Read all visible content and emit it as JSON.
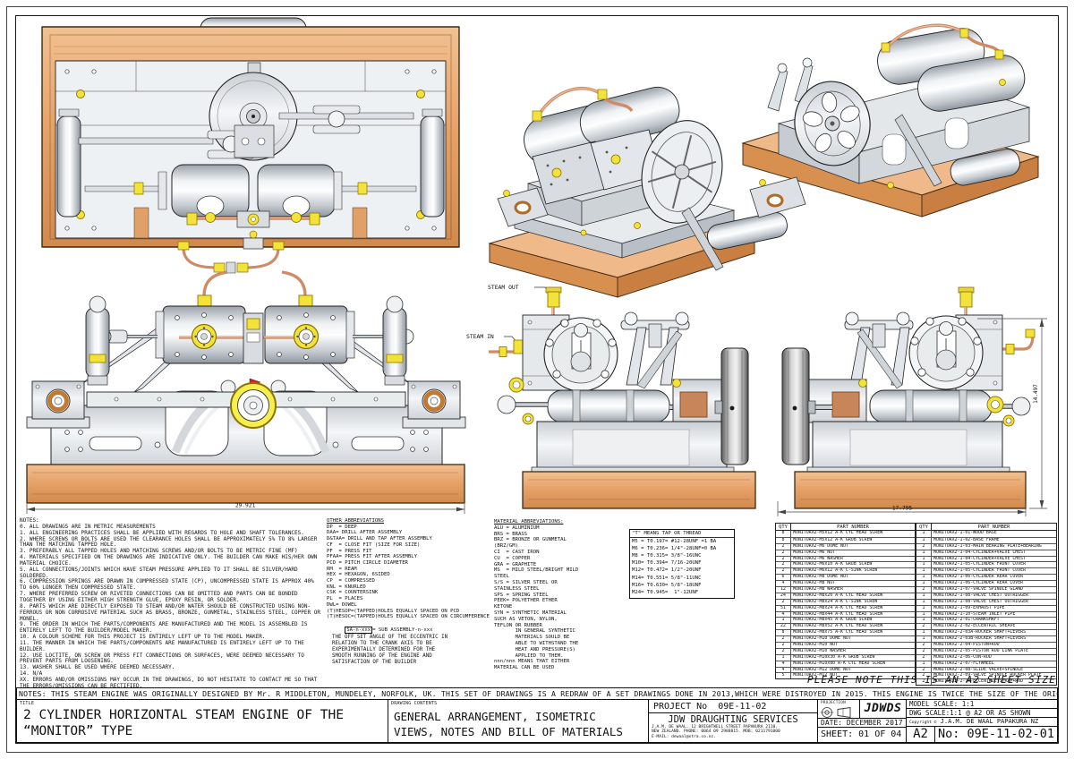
{
  "sheet": {
    "please_note": "PLEASE NOTE THIS IS AN A2 SHEET SIZE",
    "bottom_note": "NOTES: THIS STEAM ENGINE WAS ORIGINALLY DESIGNED BY Mr. R MIDDLETON, MUNDELEY, NORFOLK, UK. THIS SET OF DRAWINGS IS A REDRAW OF A SET DRAWINGS DONE IN 2013,WHICH WERE DISTROYED IN 2015. THIS ENGINE IS TWICE THE SIZE OF THE ORIGINAL"
  },
  "views": {
    "steam_out_label": "STEAM OUT",
    "steam_in_label": "STEAM IN",
    "dim_front_width": "29.921",
    "dim_side_width": "17.795",
    "dim_side_height": "14.497"
  },
  "notes": {
    "heading": "NOTES:",
    "lines": [
      "0. ALL DRAWINGS ARE IN METRIC MEASUREMENTS",
      "1. ALL ENGINEERING PRACTICES SHALL BE APPLIED WITH REGARDS TO HOLE AND SHAFT TOLERANCES.",
      "2. WHERE SCREWS OR BOLTS ARE USED THE CLEARANCE HOLES SHALL BE APPROXIMATELY 5% TO 8% LARGER THAN THE MATCHING TAPPED HOLE.",
      "3. PREFERABLY ALL TAPPED HOLES AND MATCHING SCREWS AND/OR BOLTS TO BE METRIC FINE (MF)",
      "4. MATERIALS SPECIFIED ON THE DRAWINGS ARE INDICATIVE ONLY. THE BUILDER CAN MAKE HIS/HER OWN MATERIAL CHOICE.",
      "5. ALL CONNECTIONS/JOINTS WHICH HAVE STEAM PRESSURE APPLIED TO IT SHALL BE SILVER/HARD SOLDERED.",
      "6. COMPRESSION SPRINGS ARE DRAWN IN COMPRESSED STATE (CP), UNCOMPRESSED STATE IS APPROX 40% TO 60% LONGER THEN COMPRESSED STATE.",
      "7. WHERE PREFERRED SCREW OR RIVETED CONNECTIONS CAN BE OMITTED AND PARTS CAN BE BONDED TOGETHER BY USING EITHER HIGH STRENGTH GLUE, EPOXY RESIN, OR SOLDER.",
      "8. PARTS WHICH ARE DIRECTLY EXPOSED TO STEAM AND/OR WATER SHOULD BE CONSTRUCTED USING NON-FERROUS OR NON CORROSIVE MATERIAL SUCH AS BRASS, BRONZE, GUNMETAL, STAINLESS STEEL, COPPER OR MONEL.",
      "9. THE ORDER IN WHICH THE PARTS/COMPONENTS ARE MANUFACTURED AND THE MODEL IS ASSEMBLED IS ENTIRELY LEFT TO THE BUILDER/MODEL MAKER.",
      "10. A COLOUR SCHEME FOR THIS PROJECT IS ENTIRELY LEFT UP TO THE MODEL MAKER.",
      "11. THE MANNER IN WHICH THE PARTS/COMPONENTS ARE MANUFACTURED IS ENTIRELY LEFT UP TO THE BUILDER.",
      "12. USE LOCTITE, ON SCREW OR PRESS FIT CONNECTIONS OR SURFACES, WERE DEEMED NECESSARY TO PREVENT PARTS FROM LOOSENING.",
      "13. WASHER SHALL BE USED WHERE DEEMED NECESSARY.",
      "14. N/A",
      "XX. ERRORS AND/OR OMISSIONS MAY OCCUR IN THE DRAWINGS, DO NOT HESITATE TO CONTACT ME SO THAT THE ERRORS/OMISSIONS CAN BE RECTIFIED."
    ]
  },
  "other_abbreviations": {
    "heading": "OTHER ABBREVIATIONS",
    "lines": [
      "DP  = DEEP",
      "DAA= DRILL AFTER ASSEMBLY",
      "D&TAA= DRILL AND TAP AFTER ASSEMBLY",
      "CF  = CLOSE FIT (SIZE FOR SIZE)",
      "PF  = PRESS FIT",
      "PFAA= PRESS FIT AFTER ASSEMBLY",
      "PCD = PITCH CIRCLE DIAMETER",
      "RM  = REAM",
      "HEX = HEXAGON, 6SIDED",
      "CP  = COMPRESSED",
      "KNL = KNURLED",
      "CSK = COUNTERSINK",
      "PL  = PLACES",
      "DWL= DOWEL",
      "(T)HESOP=(TAPPED)HOLES EQUALLY SPACED ON PCD",
      "(T)HESOC=(TAPPED)HOLES EQUALLY SPACED ON CIRCUMFERENCE"
    ],
    "sa_boxed": "SA-n-xxx",
    "sa_rest": "= SUB ASSEMBLY-n-xxx",
    "eccentric_note": [
      "THE OFF SET ANGLE OF THE ECCENTRIC IN",
      "RELATION TO THE CRANK AXIS TO BE",
      "EXPERIMENTALLY DETERMINED FOR THE",
      "SMOOTH RUNNING OF THE ENGINE AND",
      "SATISFACTION OF THE BUILDER"
    ]
  },
  "material_abbreviations": {
    "heading": "MATERIAL ABBREVIATIONS:",
    "lines": [
      "ALU = ALUMINIUM",
      "BRS = BRASS",
      "BRZ = BRONZE OR GUNMETAL",
      "(BRZ/GM)",
      "CI  = CAST IRON",
      "CU  = COPPER",
      "GRA = GRAPHITE",
      "MS  = MILD STEEL/BRIGHT MILD",
      "STEEL",
      "S/S = SILVER STEEL OR",
      "STAINLESS STEEL",
      "SPS = SPRING STEEL",
      "PEEK= POLYETHER ETHER",
      "KETONE",
      "SYN = SYNTHETIC MATERIAL",
      "SUCH AS VETON, NYLON,",
      "TEFLON OR RUBBER",
      "       IN GENERAL SYNTHETIC",
      "       MATERIALS SOULD BE",
      "       ABLE TO WITHSTAND THE",
      "       HEAT AND PRESSURE(S)",
      "       APPLIED TO THEM.",
      "nnn/nnn MEANS THAT EITHER",
      "MATERIAL CAN BE USED"
    ]
  },
  "thread_table": {
    "heading": "\"T\" MEANS TAP OR THREAD",
    "rows": [
      "M5 = T0.197= #12-28UNF =1 BA",
      "M6 = T0.236= 1/4\"-28UNF=0 BA",
      "M8 = T0.315= 3/8\"-16UNC",
      "M10= T0.394= 7/16-20UNF",
      "M12= T0.472= 1/2\"-20UNF",
      "M14= T0.551= 5/8\"-11UNC",
      "M16= T0.630= 5/8\"-18UNF",
      "M24= T0.945=  1\"-12UNF"
    ]
  },
  "bom": {
    "qty_header": "QTY",
    "part_header": "PART NUMBER",
    "left_rows": [
      {
        "q": "8",
        "p": "MONITORX2-M5x12 A-K CYL HEAD SCREW"
      },
      {
        "q": "8",
        "p": "MONITORX2-M5x12 A-K GRUB SCREW"
      },
      {
        "q": "2",
        "p": "MONITORX2-M6 DOME NUT"
      },
      {
        "q": "2",
        "p": "MONITORX2-M6 NUT"
      },
      {
        "q": "2",
        "p": "MONITORX2-M6 WASHER"
      },
      {
        "q": "2",
        "p": "MONITORX2-M6x10 A-K GRUB SCREW"
      },
      {
        "q": "2",
        "p": "MONITORX2-M6x12 A-K C-SINK SCREW"
      },
      {
        "q": "6",
        "p": "MONITORX2-M8 DOME NUT"
      },
      {
        "q": "4",
        "p": "MONITORX2-M8 NUT"
      },
      {
        "q": "12",
        "p": "MONITORX2-M8 WASHER"
      },
      {
        "q": "24",
        "p": "MONITORX2-M8x20 A-K CYL HEAD SCREW"
      },
      {
        "q": "2",
        "p": "MONITORX2-M8x24 A-K C-SINK SCREW"
      },
      {
        "q": "51",
        "p": "MONITORX2-M8x24 A-K CYL HEAD SCREW"
      },
      {
        "q": "4",
        "p": "MONITORX2-M8x44 A-K CYL HEAD SCREW"
      },
      {
        "q": "1",
        "p": "MONITORX2-M8x45 A-K GRUB SCREW"
      },
      {
        "q": "22",
        "p": "MONITORX2-M8x52 A-K CYL HEAD SCREW"
      },
      {
        "q": "8",
        "p": "MONITORX2-M8x75 A-K CYL HEAD SCREW"
      },
      {
        "q": "2",
        "p": "MONITORX2-M10 DOME NUT"
      },
      {
        "q": "2",
        "p": "MONITORX2-M10 NUT"
      },
      {
        "q": "2",
        "p": "MONITORX2-M10 WASHER"
      },
      {
        "q": "1",
        "p": "MONITORX2-M10x30 A-K GRUB SCREW"
      },
      {
        "q": "4",
        "p": "MONITORX2-M10x80 A-K CYL HEAD SCREW"
      },
      {
        "q": "4",
        "p": "MONITORX2-M12 DOME NUT"
      },
      {
        "q": "5",
        "p": "MONITORX2-M12 NUT"
      }
    ],
    "right_rows": [
      {
        "q": "1",
        "p": "MONITORX2-1-01-WOOD BASE"
      },
      {
        "q": "1",
        "p": "MONITORX2-1-02-BASE FRAME"
      },
      {
        "q": "2",
        "p": "MONITORX2-1-03-MAIN BEARING PLATE+BEARING"
      },
      {
        "q": "1",
        "p": "MONITORX2-1-04-CYLINDER+VALVE CHEST"
      },
      {
        "q": "1",
        "p": "MONITORX2-1-04-CYLINDER+VALVE CHEST"
      },
      {
        "q": "1",
        "p": "MONITORX2-1-05-CYLINDER FRONT COVER"
      },
      {
        "q": "1",
        "p": "MONITORX2-1-05-CYLINDER FRONT COVER"
      },
      {
        "q": "1",
        "p": "MONITORX2-1-06-CYLINDER REAR COVER"
      },
      {
        "q": "1",
        "p": "MONITORX2-1-06-CYLINDER REAR COVER"
      },
      {
        "q": "2",
        "p": "MONITORX2-1-07-VALVE SPINDLE GLAND"
      },
      {
        "q": "1",
        "p": "MONITORX2-1-08-VALVE CHEST OUTRIGGER"
      },
      {
        "q": "1",
        "p": "MONITORX2-1-08-VALVE CHEST OUTRIGGER"
      },
      {
        "q": "1",
        "p": "MONITORX2-1-09-EXHAUST PIPE"
      },
      {
        "q": "1",
        "p": "MONITORX2-1-10-STEAM INLET PIPE"
      },
      {
        "q": "1",
        "p": "MONITORX2-2-01-CRANKSHAFT"
      },
      {
        "q": "2",
        "p": "MONITORX2-2-02-ECCENTRIC SHEAVE"
      },
      {
        "q": "1",
        "p": "MONITORX2-2-03A-ROCKER SHAFT+LEVERS"
      },
      {
        "q": "1",
        "p": "MONITORX2-2-03B-ROCKER SHAFT+LEVERS"
      },
      {
        "q": "2",
        "p": "MONITORX2-2-04-PISTON+ROD"
      },
      {
        "q": "2",
        "p": "MONITORX2-2-05-PISTON ROD LINK PLATE"
      },
      {
        "q": "2",
        "p": "MONITORX2-2-06-CON-ROD"
      },
      {
        "q": "1",
        "p": "MONITORX2-2-07-FLYWHEEL"
      },
      {
        "q": "2",
        "p": "MONITORX2-2-08-SLIDE VALVE+SPINDLE"
      },
      {
        "q": "2",
        "p": "MONITORX2-2-09-VALVE SPINDLE ROCKER PLATE"
      },
      {
        "q": "2",
        "p": "MONITORX2-2-10-ECCENTRIC STRAP+ROD"
      }
    ]
  },
  "title_block": {
    "title_label": "TITLE",
    "title_line1": "2 CYLINDER HORIZONTAL STEAM ENGINE OF THE",
    "title_line2": "“MONITOR” TYPE",
    "contents_label": "DRAWING CONTENTS",
    "contents_line1": "GENERAL ARRANGEMENT, ISOMETRIC",
    "contents_line2": "VIEWS, NOTES AND BILL OF MATERIALS",
    "project_label": "PROJECT No",
    "project_no": "09E-11-02",
    "company": "JDW DRAUGHTING SERVICES",
    "address1": "J.A.M. DE WAAL. 12 BRIGHTWELL STREET PAPAKURA 2110.",
    "address2": "NEW ZEALAND. PHONE: 0064 09 2988815. MOB: 0211791000",
    "email": "E-MAIL: dewaal@xtra.co.nz.",
    "projection_label": "PROJECTION",
    "logo": "JDWDS",
    "date_label": "DATE:",
    "date_value": "DECEMBER 2017",
    "sheet_label": "SHEET:",
    "sheet_value": "01 OF 04",
    "model_scale": "MODEL SCALE: 1:1",
    "dwg_scale": "DWG SCALE:1:1 @ A2 OR AS SHOWN",
    "copyright_label": "Copyright ©",
    "copyright_value": "J.A.M. DE WAAL PAPAKURA NZ",
    "size": "A2",
    "number_label": "No:",
    "number": "09E-11-02-01"
  }
}
